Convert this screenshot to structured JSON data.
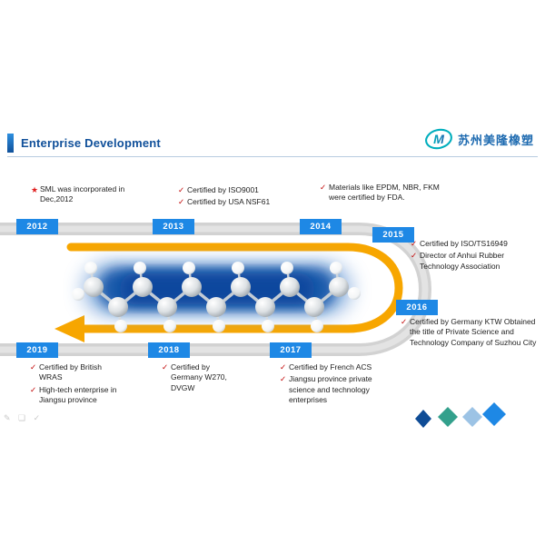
{
  "header": {
    "title": "Enterprise Development",
    "logo": {
      "mark": "M",
      "company": "苏州美隆橡塑"
    }
  },
  "milestones": {
    "y2012": {
      "year": "2012",
      "items": [
        {
          "marker": "★",
          "text": "SML was incorporated in Dec,2012"
        }
      ]
    },
    "y2013": {
      "year": "2013",
      "items": [
        {
          "marker": "✓",
          "text": "Certified by ISO9001"
        },
        {
          "marker": "✓",
          "text": "Certified by USA NSF61"
        }
      ]
    },
    "y2014": {
      "year": "2014",
      "items": [
        {
          "marker": "✓",
          "text": "Materials like EPDM, NBR, FKM were certified by FDA."
        }
      ]
    },
    "y2015": {
      "year": "2015",
      "items": [
        {
          "marker": "✓",
          "text": "Certified by ISO/TS16949"
        },
        {
          "marker": "✓",
          "text": "Director of Anhui Rubber Technology Association"
        }
      ]
    },
    "y2016": {
      "year": "2016",
      "items": [
        {
          "marker": "✓",
          "text": "Certified by Germany KTW Obtained the title of Private Science and Technology Company of Suzhou City"
        }
      ]
    },
    "y2017": {
      "year": "2017",
      "items": [
        {
          "marker": "✓",
          "text": "Certified by French ACS"
        },
        {
          "marker": "✓",
          "text": "Jiangsu province private science and technology enterprises"
        }
      ]
    },
    "y2018": {
      "year": "2018",
      "items": [
        {
          "marker": "✓",
          "text": "Certified by Germany W270, DVGW"
        }
      ]
    },
    "y2019": {
      "year": "2019",
      "items": [
        {
          "marker": "✓",
          "text": "Certified by British WRAS"
        },
        {
          "marker": "✓",
          "text": "High-tech enterprise in Jiangsu province"
        }
      ]
    }
  },
  "colors": {
    "badge_blue": "#1E88E5",
    "title_blue": "#10509A",
    "check_red": "#C00000",
    "road_gray": "#D9D9D9",
    "arrow_yellow": "#F7A600",
    "logo_teal": "#00AEBD"
  },
  "decor": {
    "footer_glyphs": "✎ ❏ ✓"
  }
}
